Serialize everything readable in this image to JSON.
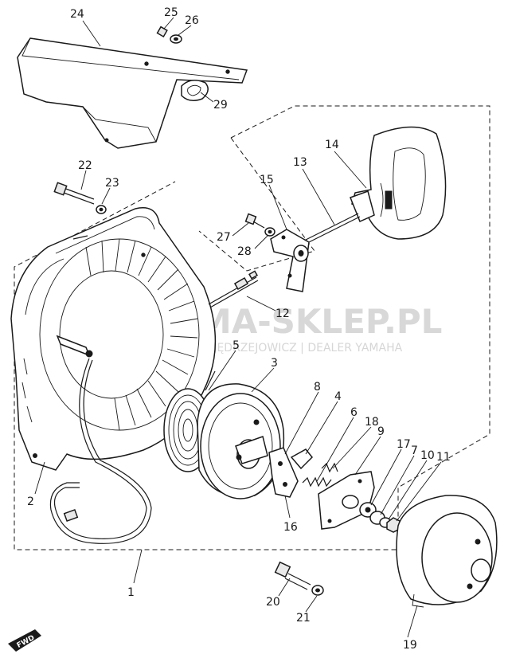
{
  "watermark": {
    "title": "YAMA-SKLEP.PL",
    "subtitle": "PIOTR JĘDRZEJOWICZ | DEALER YAMAHA",
    "logo_color": "#e8a0a0"
  },
  "fwd_badge": "FWD",
  "callouts": [
    {
      "id": "24",
      "label": "24"
    },
    {
      "id": "25",
      "label": "25"
    },
    {
      "id": "26",
      "label": "26"
    },
    {
      "id": "29",
      "label": "29"
    },
    {
      "id": "22",
      "label": "22"
    },
    {
      "id": "23",
      "label": "23"
    },
    {
      "id": "14",
      "label": "14"
    },
    {
      "id": "13",
      "label": "13"
    },
    {
      "id": "15",
      "label": "15"
    },
    {
      "id": "27",
      "label": "27"
    },
    {
      "id": "28",
      "label": "28"
    },
    {
      "id": "12",
      "label": "12"
    },
    {
      "id": "5",
      "label": "5"
    },
    {
      "id": "3",
      "label": "3"
    },
    {
      "id": "8",
      "label": "8"
    },
    {
      "id": "4",
      "label": "4"
    },
    {
      "id": "6",
      "label": "6"
    },
    {
      "id": "18",
      "label": "18"
    },
    {
      "id": "9",
      "label": "9"
    },
    {
      "id": "17",
      "label": "17"
    },
    {
      "id": "7",
      "label": "7"
    },
    {
      "id": "10",
      "label": "10"
    },
    {
      "id": "11",
      "label": "11"
    },
    {
      "id": "2",
      "label": "2"
    },
    {
      "id": "16",
      "label": "16"
    },
    {
      "id": "1",
      "label": "1"
    },
    {
      "id": "20",
      "label": "20"
    },
    {
      "id": "21",
      "label": "21"
    },
    {
      "id": "19",
      "label": "19"
    }
  ]
}
